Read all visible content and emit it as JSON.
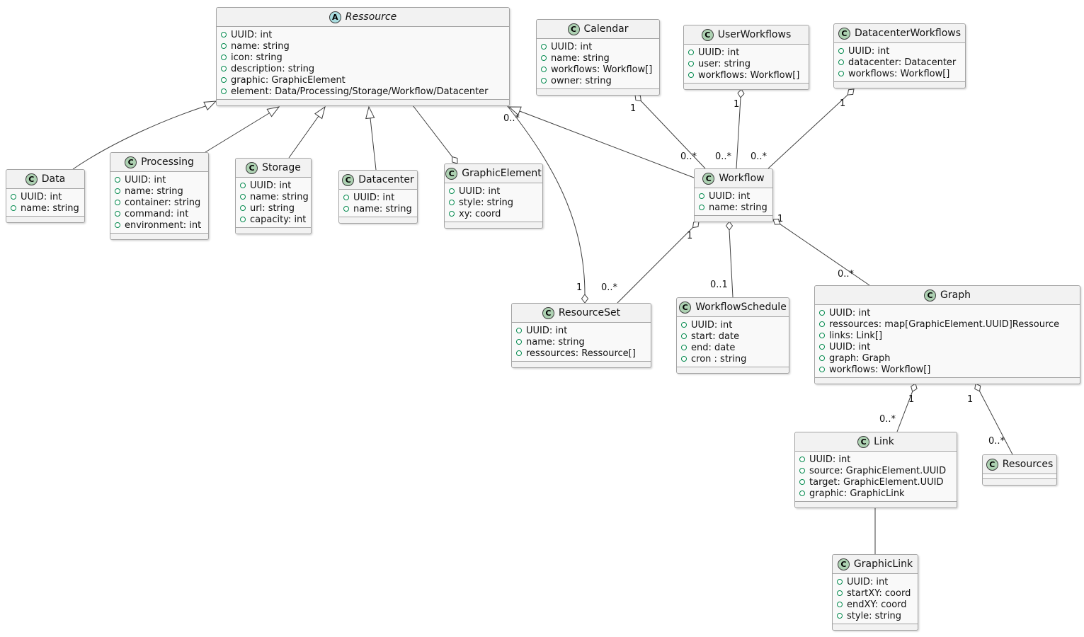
{
  "diagram_type": "UML class diagram",
  "colors": {
    "background": "#FFFFFF",
    "class_badge_bg": "#ADD1B2",
    "abstract_badge_bg": "#A9DCDF",
    "box_header_bg": "#F2F2F2",
    "box_body_bg": "#F9F9F9",
    "box_border": "#A3A3A3",
    "edge_color": "#3F3F3F",
    "field_ring_color": "#068A4F"
  },
  "classes": {
    "ressource": {
      "badge": "A",
      "name": "Ressource",
      "attributes": [
        "UUID: int",
        "name: string",
        "icon: string",
        "description: string",
        "graphic: GraphicElement",
        "element: Data/Processing/Storage/Workflow/Datacenter"
      ]
    },
    "calendar": {
      "badge": "C",
      "name": "Calendar",
      "attributes": [
        "UUID: int",
        "name: string",
        "workflows: Workflow[]",
        "owner: string"
      ]
    },
    "userworkflows": {
      "badge": "C",
      "name": "UserWorkflows",
      "attributes": [
        "UUID: int",
        "user: string",
        "workflows: Workflow[]"
      ]
    },
    "datacenterworkflows": {
      "badge": "C",
      "name": "DatacenterWorkflows",
      "attributes": [
        "UUID: int",
        "datacenter: Datacenter",
        "workflows: Workflow[]"
      ]
    },
    "data": {
      "badge": "C",
      "name": "Data",
      "attributes": [
        "UUID: int",
        "name: string"
      ]
    },
    "processing": {
      "badge": "C",
      "name": "Processing",
      "attributes": [
        "UUID: int",
        "name: string",
        "container: string",
        "command: int",
        "environment: int"
      ]
    },
    "storage": {
      "badge": "C",
      "name": "Storage",
      "attributes": [
        "UUID: int",
        "name: string",
        "url: string",
        "capacity: int"
      ]
    },
    "datacenter": {
      "badge": "C",
      "name": "Datacenter",
      "attributes": [
        "UUID: int",
        "name: string"
      ]
    },
    "graphicelement": {
      "badge": "C",
      "name": "GraphicElement",
      "attributes": [
        "UUID: int",
        "style: string",
        "xy: coord"
      ]
    },
    "workflow": {
      "badge": "C",
      "name": "Workflow",
      "attributes": [
        "UUID: int",
        "name: string"
      ]
    },
    "resourceset": {
      "badge": "C",
      "name": "ResourceSet",
      "attributes": [
        "UUID: int",
        "name: string",
        "ressources: Ressource[]"
      ]
    },
    "workflowschedule": {
      "badge": "C",
      "name": "WorkflowSchedule",
      "attributes": [
        "UUID: int",
        "start: date",
        "end: date",
        "cron : string"
      ]
    },
    "graph": {
      "badge": "C",
      "name": "Graph",
      "attributes": [
        "UUID: int",
        "ressources: map[GraphicElement.UUID]Ressource",
        "links: Link[]",
        "UUID: int",
        "graph: Graph",
        "workflows: Workflow[]"
      ]
    },
    "link": {
      "badge": "C",
      "name": "Link",
      "attributes": [
        "UUID: int",
        "source: GraphicElement.UUID",
        "target: GraphicElement.UUID",
        "graphic: GraphicLink"
      ]
    },
    "resources": {
      "badge": "C",
      "name": "Resources",
      "attributes": []
    },
    "graphiclink": {
      "badge": "C",
      "name": "GraphicLink",
      "attributes": [
        "UUID: int",
        "startXY: coord",
        "endXY: coord",
        "style: string"
      ]
    }
  },
  "multiplicities": {
    "cal_1": "1",
    "cal_many": "0..*",
    "uw_1": "1",
    "uw_many": "0..*",
    "dcw_1": "1",
    "dcw_many": "0..*",
    "res_many": "0..*",
    "rs_1": "1",
    "wf_rs_1": "1",
    "wf_rs_many": "0..*",
    "ws_01": "0..1",
    "wf_g_1": "1",
    "g_many": "0..*",
    "g_link_1": "1",
    "link_many": "0..*",
    "g_res_1": "1",
    "res2_many": "0..*"
  },
  "relationships": [
    {
      "from": "Data",
      "to": "Ressource",
      "type": "generalization"
    },
    {
      "from": "Processing",
      "to": "Ressource",
      "type": "generalization"
    },
    {
      "from": "Storage",
      "to": "Ressource",
      "type": "generalization"
    },
    {
      "from": "Datacenter",
      "to": "Ressource",
      "type": "generalization"
    },
    {
      "from": "Workflow",
      "to": "Ressource",
      "type": "generalization"
    },
    {
      "from": "GraphicElement",
      "to": "Ressource",
      "type": "aggregation",
      "diamond_at": "GraphicElement"
    },
    {
      "from": "ResourceSet",
      "to": "Ressource",
      "type": "aggregation",
      "diamond_at": "ResourceSet",
      "label_diamond": "1",
      "label_far": "0..*"
    },
    {
      "from": "Calendar",
      "to": "Workflow",
      "type": "aggregation",
      "diamond_at": "Calendar",
      "label_diamond": "1",
      "label_far": "0..*"
    },
    {
      "from": "UserWorkflows",
      "to": "Workflow",
      "type": "aggregation",
      "diamond_at": "UserWorkflows",
      "label_diamond": "1",
      "label_far": "0..*"
    },
    {
      "from": "DatacenterWorkflows",
      "to": "Workflow",
      "type": "aggregation",
      "diamond_at": "DatacenterWorkflows",
      "label_diamond": "1",
      "label_far": "0..*"
    },
    {
      "from": "Workflow",
      "to": "ResourceSet",
      "type": "aggregation",
      "diamond_at": "Workflow",
      "label_diamond": "1",
      "label_far": "0..*"
    },
    {
      "from": "Workflow",
      "to": "WorkflowSchedule",
      "type": "aggregation",
      "diamond_at": "Workflow",
      "label_far": "0..1"
    },
    {
      "from": "Workflow",
      "to": "Graph",
      "type": "aggregation",
      "diamond_at": "Workflow",
      "label_diamond": "1",
      "label_far": "0..*"
    },
    {
      "from": "Graph",
      "to": "Link",
      "type": "aggregation",
      "diamond_at": "Graph",
      "label_diamond": "1",
      "label_far": "0..*"
    },
    {
      "from": "Graph",
      "to": "Resources",
      "type": "aggregation",
      "diamond_at": "Graph",
      "label_diamond": "1",
      "label_far": "0..*"
    },
    {
      "from": "Link",
      "to": "GraphicLink",
      "type": "association"
    }
  ]
}
